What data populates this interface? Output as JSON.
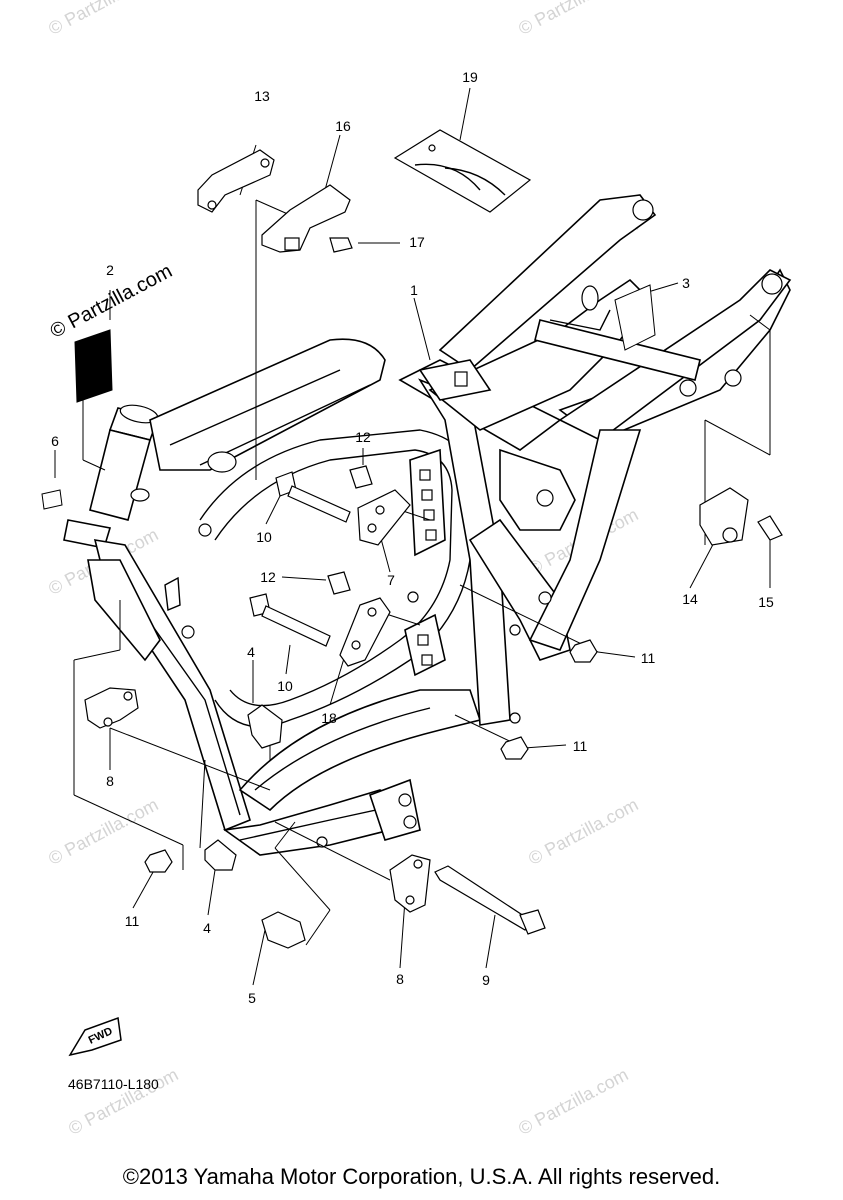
{
  "diagram_code": "46B7110-L180",
  "copyright": "©2013 Yamaha Motor Corporation, U.S.A. All rights reserved.",
  "watermark": {
    "main": "© Partzilla.com",
    "faint": "© Partzilla.com"
  },
  "fwd_label": "FWD",
  "callouts": {
    "c1": "1",
    "c2": "2",
    "c3": "3",
    "c4a": "4",
    "c4b": "4",
    "c5": "5",
    "c6": "6",
    "c7": "7",
    "c8a": "8",
    "c8b": "8",
    "c9": "9",
    "c10a": "10",
    "c10b": "10",
    "c11a": "11",
    "c11b": "11",
    "c11c": "11",
    "c12a": "12",
    "c12b": "12",
    "c13": "13",
    "c14": "14",
    "c15": "15",
    "c16": "16",
    "c17": "17",
    "c18": "18",
    "c19": "19"
  }
}
